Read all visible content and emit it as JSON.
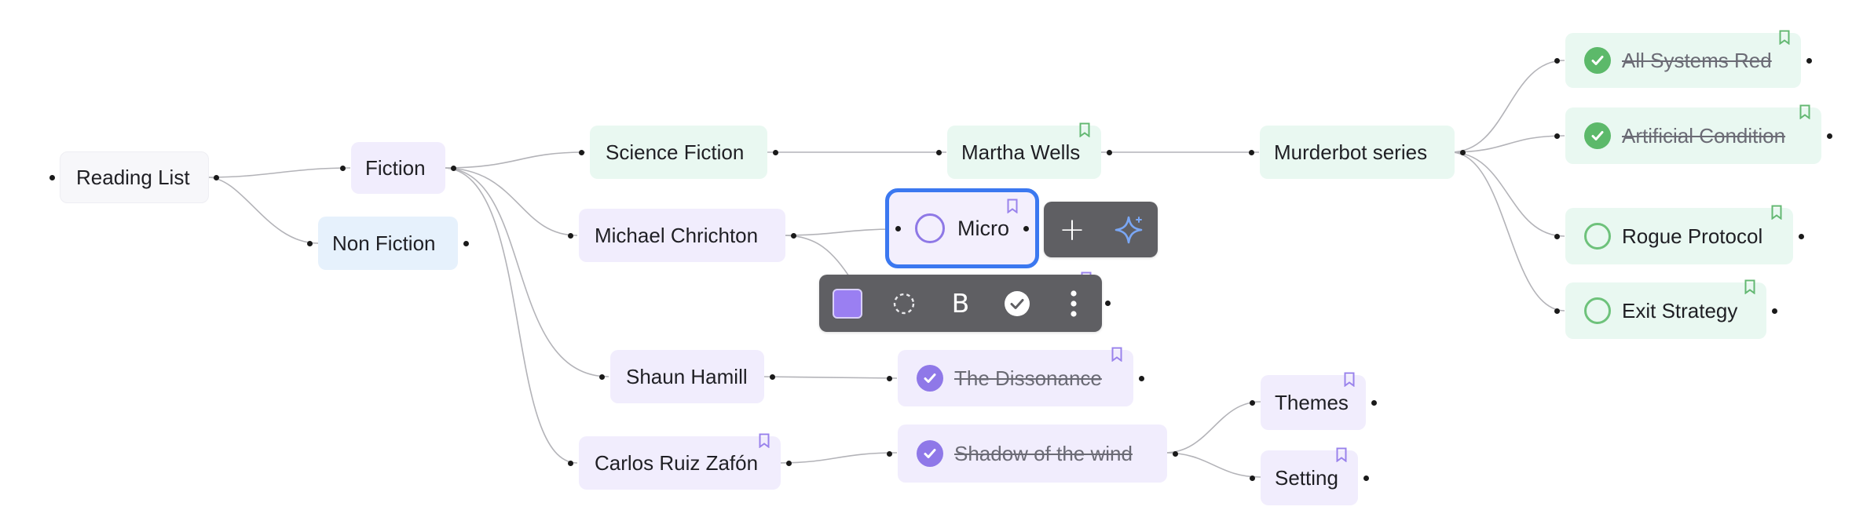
{
  "nodes": {
    "reading_list": "Reading List",
    "fiction": "Fiction",
    "non_fiction": "Non Fiction",
    "science_fiction": "Science Fiction",
    "martha_wells": "Martha Wells",
    "murderbot_series": "Murderbot series",
    "all_systems_red": "All Systems Red",
    "artificial_condition": "Artificial Condition",
    "rogue_protocol": "Rogue Protocol",
    "exit_strategy": "Exit Strategy",
    "michael_chrichton": "Michael Chrichton",
    "micro": "Micro",
    "shaun_hamill": "Shaun Hamill",
    "the_dissonance": "The Dissonance",
    "carlos_ruiz_zafon": "Carlos Ruiz Zafón",
    "shadow_of_the_wind": "Shadow of the wind",
    "themes": "Themes",
    "setting": "Setting"
  },
  "format_toolbar": {
    "bold_label": "B",
    "node_color": "#9a7ff2"
  },
  "add_toolbar": {
    "add_label": "+"
  },
  "colors": {
    "selection": "#3b78f0",
    "lavender_node": "#f1edfd",
    "mint_node": "#e9f8f1",
    "sky_node": "#e6f1fc",
    "check_green": "#5cb96a",
    "check_purple": "#8f78e8",
    "ai_sparkle": "#7aa7f5"
  }
}
